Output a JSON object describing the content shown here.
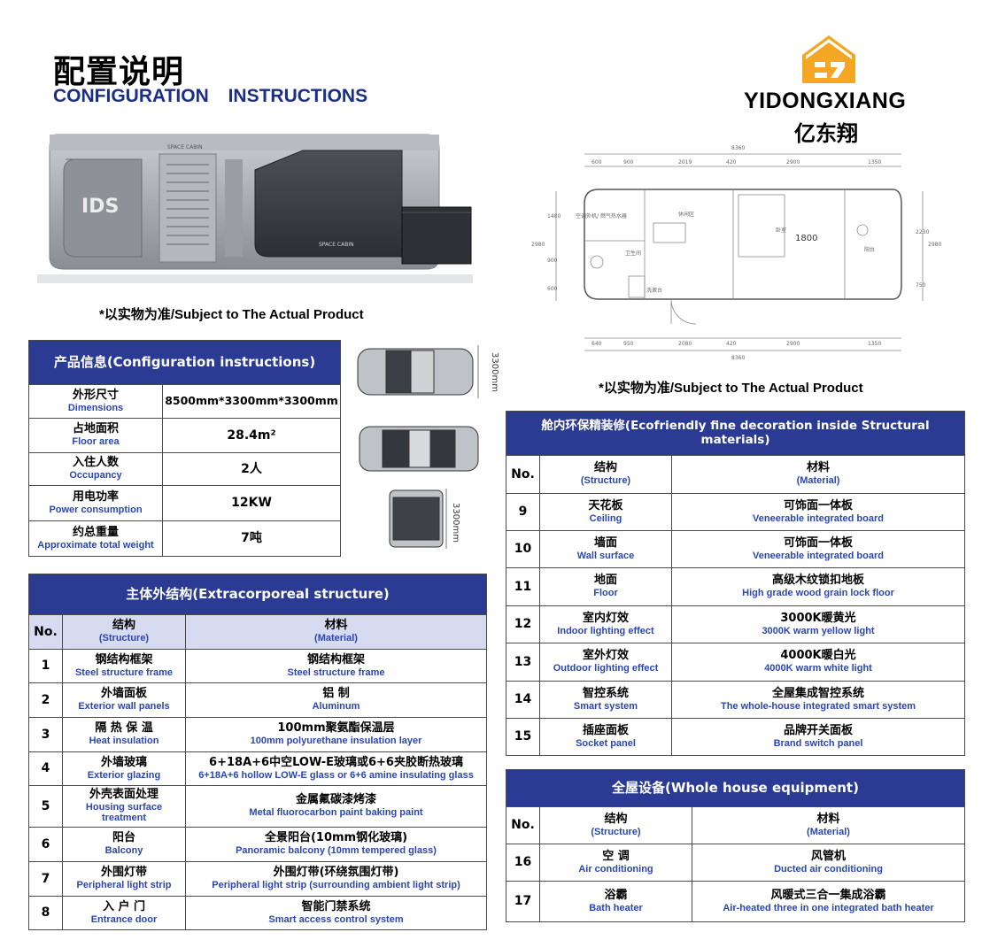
{
  "header": {
    "title_cn": "配置说明",
    "title_en": "CONFIGURATION    INSTRUCTIONS",
    "brand_en": "YIDONGXIANG",
    "brand_cn": "亿东翔"
  },
  "captions": {
    "left": "*以实物为准/Subject to The Actual Product",
    "right": "*以实物为准/Subject to The Actual Product"
  },
  "product_image": {
    "logo_text": "IDS",
    "top_label": "SPACE CABIN",
    "side_label": "SPACE CABIN"
  },
  "floor_plan": {
    "total_dim": "8360",
    "top_dims": [
      "600",
      "900",
      "2019",
      "420",
      "2900",
      "1350"
    ],
    "bottom_dims": [
      "640",
      "950",
      "2080",
      "420",
      "2900",
      "1350"
    ],
    "left_dims": [
      "1480",
      "900",
      "600"
    ],
    "right_dims": [
      "2230",
      "750"
    ],
    "left_total": "2980",
    "right_total": "2980",
    "rooms": [
      "空调外机/\n燃气热水器",
      "休闲区",
      "卫生间",
      "卧室",
      "阳台",
      "洗漱台"
    ],
    "bed_dim": "1800"
  },
  "side_views": {
    "dim_top": "3300mm",
    "dim_bottom": "3300mm"
  },
  "product_info": {
    "header": "产品信息(Configuration  instructions)",
    "rows": [
      {
        "cn": "外形尺寸",
        "en": "Dimensions",
        "value": "8500mm*3300mm*3300mm"
      },
      {
        "cn": "占地面积",
        "en": "Floor area",
        "value": "28.4m²"
      },
      {
        "cn": "入住人数",
        "en": "Occupancy",
        "value": "2人"
      },
      {
        "cn": "用电功率",
        "en": "Power consumption",
        "value": "12KW"
      },
      {
        "cn": "约总重量",
        "en": "Approximate total weight",
        "value": "7吨"
      }
    ]
  },
  "structure": {
    "header": "主体外结构(Extracorporeal structure)",
    "col_no": "No.",
    "col_struct_cn": "结构",
    "col_struct_en": "(Structure)",
    "col_mat_cn": "材料",
    "col_mat_en": "(Material)",
    "rows": [
      {
        "no": "1",
        "s_cn": "钢结构框架",
        "s_en": "Steel structure frame",
        "m_cn": "钢结构框架",
        "m_en": "Steel structure frame"
      },
      {
        "no": "2",
        "s_cn": "外墙面板",
        "s_en": "Exterior wall panels",
        "m_cn": "铝 制",
        "m_en": "Aluminum"
      },
      {
        "no": "3",
        "s_cn": "隔 热 保 温",
        "s_en": "Heat insulation",
        "m_cn": "100mm聚氨酯保温层",
        "m_en": "100mm polyurethane insulation layer"
      },
      {
        "no": "4",
        "s_cn": "外墙玻璃",
        "s_en": "Exterior glazing",
        "m_cn": "6+18A+6中空LOW-E玻璃或6+6夹胶断热玻璃",
        "m_en": "6+18A+6 hollow LOW-E glass or 6+6 amine insulating glass"
      },
      {
        "no": "5",
        "s_cn": "外壳表面处理",
        "s_en": "Housing surface treatment",
        "m_cn": "金属氟碳漆烤漆",
        "m_en": "Metal fluorocarbon paint baking paint"
      },
      {
        "no": "6",
        "s_cn": "阳台",
        "s_en": "Balcony",
        "m_cn": "全景阳台(10mm钢化玻璃)",
        "m_en": "Panoramic balcony (10mm tempered glass)"
      },
      {
        "no": "7",
        "s_cn": "外围灯带",
        "s_en": "Peripheral light strip",
        "m_cn": "外围灯带(环绕氛围灯带)",
        "m_en": "Peripheral light strip (surrounding ambient light strip)"
      },
      {
        "no": "8",
        "s_cn": "入 户 门",
        "s_en": "Entrance door",
        "m_cn": "智能门禁系统",
        "m_en": "Smart access control system"
      }
    ]
  },
  "decoration": {
    "header": "舱内环保精装修(Ecofriendly fine decoration inside Structural materials)",
    "col_no": "No.",
    "col_struct_cn": "结构",
    "col_struct_en": "(Structure)",
    "col_mat_cn": "材料",
    "col_mat_en": "(Material)",
    "rows": [
      {
        "no": "9",
        "s_cn": "天花板",
        "s_en": "Ceiling",
        "m_cn": "可饰面一体板",
        "m_en": "Veneerable integrated board"
      },
      {
        "no": "10",
        "s_cn": "墙面",
        "s_en": "Wall surface",
        "m_cn": "可饰面一体板",
        "m_en": "Veneerable integrated board"
      },
      {
        "no": "11",
        "s_cn": "地面",
        "s_en": "Floor",
        "m_cn": "高级木纹锁扣地板",
        "m_en": "High grade wood grain lock floor"
      },
      {
        "no": "12",
        "s_cn": "室内灯效",
        "s_en": "Indoor lighting effect",
        "m_cn": "3000K暖黄光",
        "m_en": "3000K warm yellow light"
      },
      {
        "no": "13",
        "s_cn": "室外灯效",
        "s_en": "Outdoor lighting effect",
        "m_cn": "4000K暖白光",
        "m_en": "4000K warm white light"
      },
      {
        "no": "14",
        "s_cn": "智控系统",
        "s_en": "Smart system",
        "m_cn": "全屋集成智控系统",
        "m_en": "The whole-house integrated smart system"
      },
      {
        "no": "15",
        "s_cn": "插座面板",
        "s_en": "Socket panel",
        "m_cn": "品牌开关面板",
        "m_en": "Brand switch panel"
      }
    ]
  },
  "equipment": {
    "header": "全屋设备(Whole house equipment)",
    "col_no": "No.",
    "col_struct_cn": "结构",
    "col_struct_en": "(Structure)",
    "col_mat_cn": "材料",
    "col_mat_en": "(Material)",
    "rows": [
      {
        "no": "16",
        "s_cn": "空 调",
        "s_en": "Air conditioning",
        "m_cn": "风管机",
        "m_en": "Ducted air conditioning"
      },
      {
        "no": "17",
        "s_cn": "浴霸",
        "s_en": "Bath heater",
        "m_cn": "风暖式三合一集成浴霸",
        "m_en": "Air-heated three in one integrated bath heater"
      }
    ]
  },
  "colors": {
    "header_bg": "#2b3a93",
    "column_header_bg": "#d6dbef",
    "english_text": "#2a46b5",
    "logo_orange": "#f5a623"
  }
}
